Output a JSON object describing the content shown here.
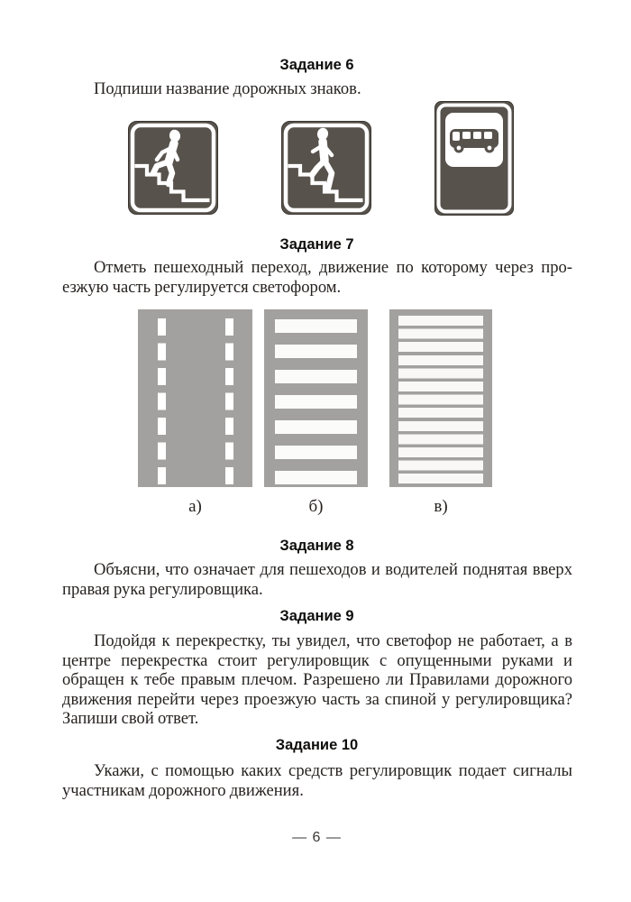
{
  "page": {
    "number_label": "— 6 —"
  },
  "colors": {
    "paper": "#ffffff",
    "text": "#262220",
    "sign_dark": "#57524c",
    "road_gray": "#a2a19f",
    "stripe_white": "#fbfbfa"
  },
  "tasks": {
    "t6": {
      "heading": "Задание 6",
      "text": "Подпиши название дорожных знаков."
    },
    "t7": {
      "heading": "Задание 7",
      "text": "Отметь пешеходный переход, движение по которому через про­езжую часть регулируется светофором."
    },
    "t8": {
      "heading": "Задание 8",
      "text": "Объясни, что означает для пешеходов и водителей поднятая вверх правая рука регулировщика."
    },
    "t9": {
      "heading": "Задание 9",
      "text": "Подойдя к перекрестку, ты увидел, что светофор не работает, а в центре перекрестка стоит регулировщик с опущенными руками и обращен к тебе правым плечом. Разрешено ли Правилами дорож­ного движения перейти через проезжую часть за спиной у регули­ровщика? Запиши свой ответ."
    },
    "t10": {
      "heading": "Задание 10",
      "text": "Укажи, с помощью каких средств регулировщик подает сигналы участникам дорожного движения."
    }
  },
  "signs": [
    {
      "icon": "overground-pedestrian-crossing-sign",
      "figure": "man-ascending-stairs"
    },
    {
      "icon": "underground-pedestrian-crossing-sign",
      "figure": "man-descending-stairs"
    },
    {
      "icon": "bus-stop-sign",
      "figure": "bus-in-white-square"
    }
  ],
  "crossings": [
    {
      "label": "а)",
      "pattern": "two-dashed-lane-lines",
      "dash_count": 7
    },
    {
      "label": "б)",
      "pattern": "zebra-stripes-wide-gaps",
      "stripe_count": 7
    },
    {
      "label": "в)",
      "pattern": "zebra-stripes-dense",
      "stripe_count": 13
    }
  ]
}
